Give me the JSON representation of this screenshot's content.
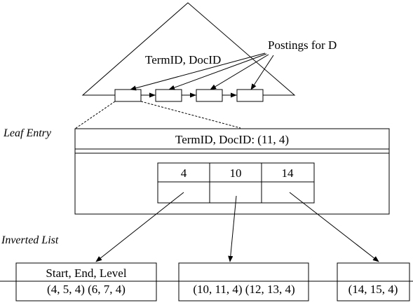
{
  "tree": {
    "key_label": "TermID, DocID",
    "postings_label": "Postings for D"
  },
  "leaf": {
    "side_label": "Leaf Entry",
    "header": "TermID, DocID: (11, 4)",
    "doc_positions": [
      "4",
      "10",
      "14"
    ]
  },
  "inverted": {
    "side_label": "Inverted List",
    "list_header": "Start, End, Level",
    "lists": [
      "(4, 5, 4) (6, 7, 4)",
      "(10, 11, 4) (12, 13, 4)",
      "(14, 15, 4)"
    ]
  }
}
